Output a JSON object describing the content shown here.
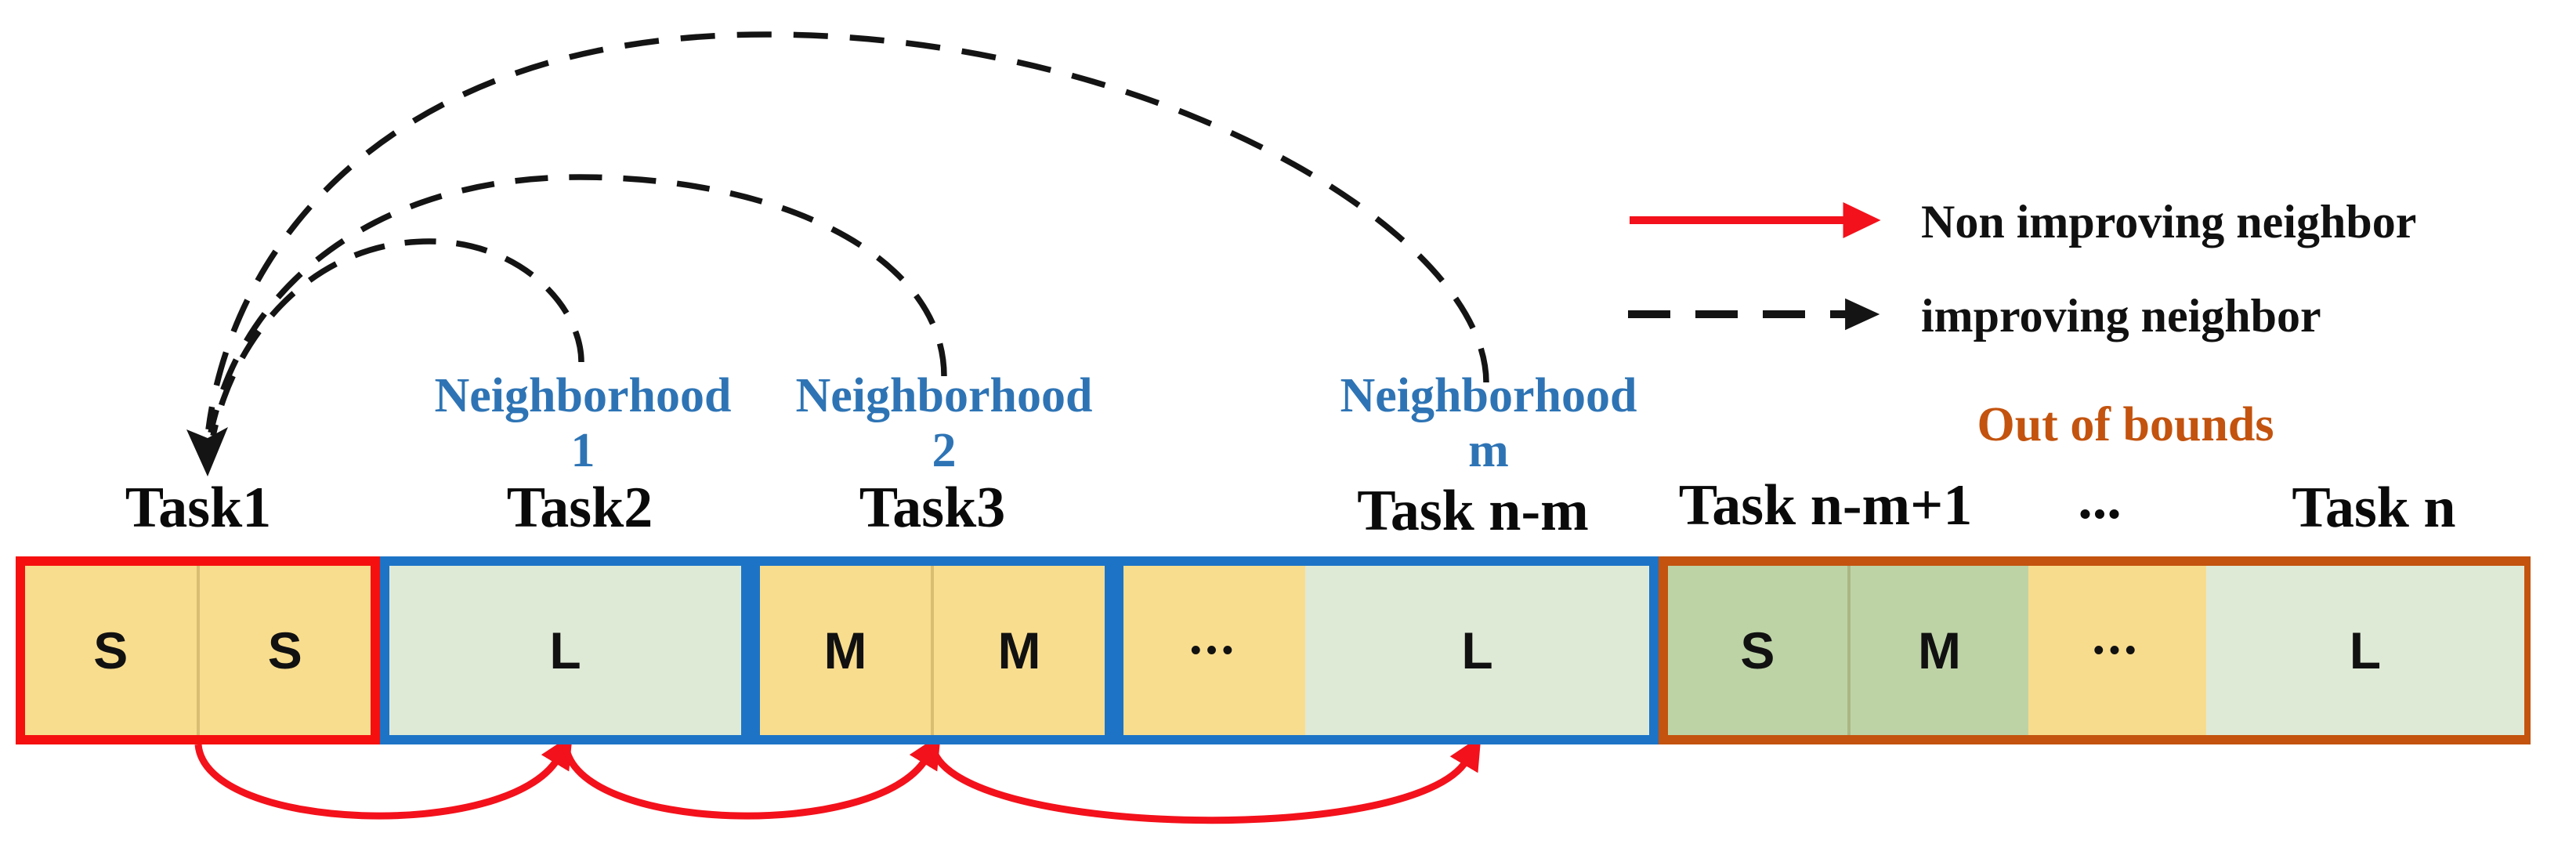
{
  "legend": {
    "items": [
      {
        "label": "Non improving neighbor",
        "line_style": "solid",
        "color": "#f3111b"
      },
      {
        "label": "improving neighbor",
        "line_style": "dashed",
        "color": "#141414"
      }
    ]
  },
  "neighborhoods": [
    {
      "title": "Neighborhood",
      "subscript": "1"
    },
    {
      "title": "Neighborhood",
      "subscript": "2"
    },
    {
      "title": "Neighborhood",
      "subscript": "m"
    }
  ],
  "out_of_bounds_label": "Out of bounds",
  "task_labels": [
    "Task1",
    "Task2",
    "Task3",
    "Task n-m",
    "Task n-m+1",
    "...",
    "Task n"
  ],
  "segments": [
    {
      "name": "Task1",
      "border_color": "#f5100f",
      "cells": [
        {
          "label": "S",
          "bg": "#f9dd8e"
        },
        {
          "label": "S",
          "bg": "#f9dd8e"
        }
      ]
    },
    {
      "name": "Task2",
      "border_color": "#1d74c6",
      "cells": [
        {
          "label": "L",
          "bg": "#dfead6"
        }
      ]
    },
    {
      "name": "Task3",
      "border_color": "#1d74c6",
      "cells": [
        {
          "label": "M",
          "bg": "#f9dd8e"
        },
        {
          "label": "M",
          "bg": "#f9dd8e"
        }
      ]
    },
    {
      "name": "Task n-m",
      "border_color": "#1d74c6",
      "cells": [
        {
          "label": "•••",
          "bg": "#f9dd8e"
        },
        {
          "label": "L",
          "bg": "#dfead6"
        }
      ]
    },
    {
      "name": "Out of bounds",
      "border_color": "#c3530e",
      "cells": [
        {
          "label": "S",
          "bg": "#bdd3a6"
        },
        {
          "label": "M",
          "bg": "#bdd3a6"
        },
        {
          "label": "•••",
          "bg": "#f8dc8d"
        },
        {
          "label": "L",
          "bg": "#dfead6"
        }
      ]
    }
  ],
  "colors": {
    "non_improving_arrow": "#f3111b",
    "improving_arrow": "#141414",
    "neighborhood_text": "#2e74b5",
    "out_of_bounds_text": "#c3530e",
    "task_text": "#0a0a0a"
  }
}
